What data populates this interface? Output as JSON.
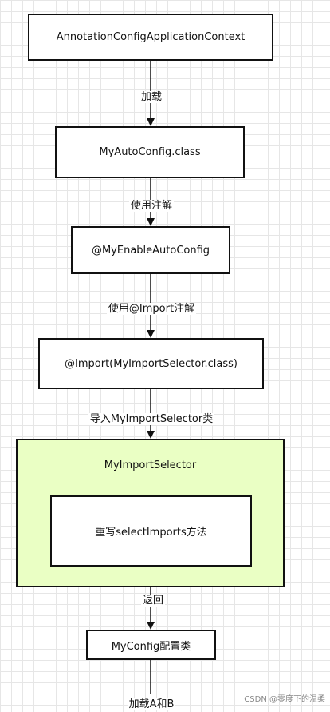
{
  "nodes": {
    "context": "AnnotationConfigApplicationContext",
    "auto_config": "MyAutoConfig.class",
    "enable": "@MyEnableAutoConfig",
    "import": "@Import(MyImportSelector.class)",
    "selector": "MyImportSelector",
    "override": "重写selectImports方法",
    "my_config": "MyConfig配置类"
  },
  "edges": {
    "load": "加载",
    "use_annotation": "使用注解",
    "use_import": "使用@Import注解",
    "import_class": "导入MyImportSelector类",
    "return": "返回",
    "load_ab": "加载A和B"
  },
  "watermark": "CSDN @零度下的温柔",
  "colors": {
    "highlight_fill": "#eaffc4",
    "stroke": "#111111"
  }
}
